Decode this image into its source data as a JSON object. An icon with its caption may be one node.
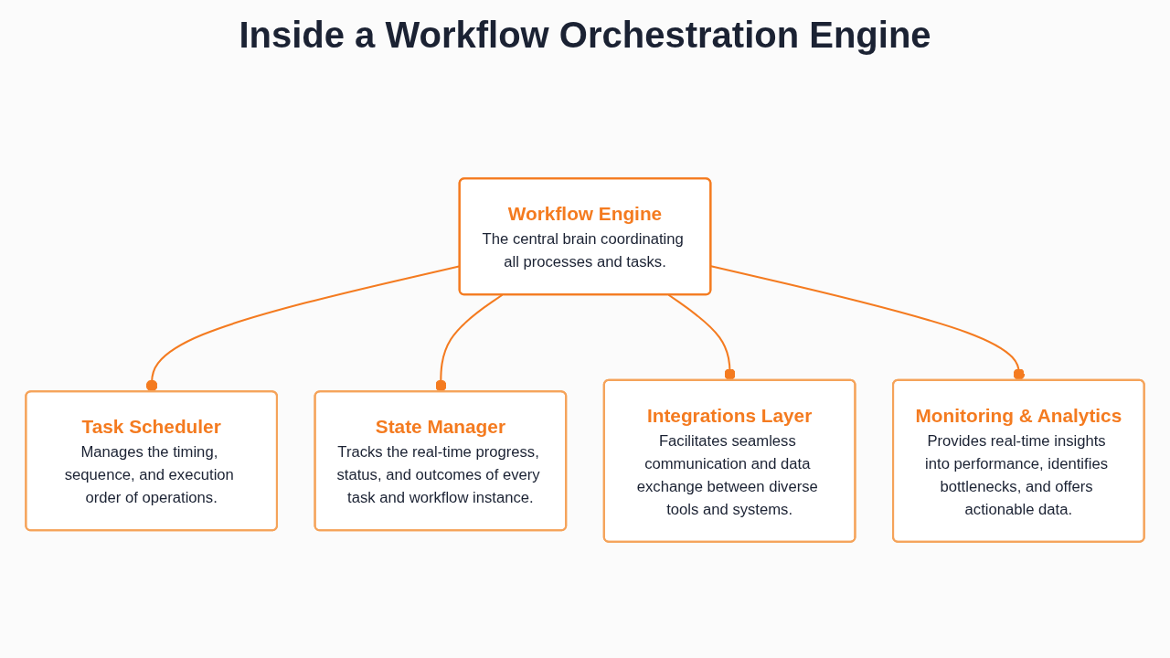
{
  "diagram": {
    "title": "Inside a Workflow Orchestration Engine",
    "nodes": [
      {
        "text": [
          "Workflow Engine",
          "The central brain coordinating all processes and tasks."
        ]
      },
      {
        "text": [
          "Task Scheduler",
          "Manages the timing, sequence, and execution order of operations."
        ]
      },
      {
        "text": [
          "State Manager",
          "Tracks the real-time progress, status, and outcomes of every task and workflow instance."
        ]
      },
      {
        "text": [
          "Integrations Layer",
          "Facilitates seamless communication and data exchange between diverse tools and systems."
        ]
      },
      {
        "text": [
          "Monitoring & Analytics",
          "Provides real-time insights into performance, identifies bottlenecks, and offers actionable data."
        ]
      }
    ],
    "edges": [
      {
        "from": 0,
        "to": 1,
        "arrow": "other"
      },
      {
        "from": 0,
        "to": 2,
        "arrow": "other"
      },
      {
        "from": 0,
        "to": 3,
        "arrow": "other"
      },
      {
        "from": 0,
        "to": 4,
        "arrow": "other"
      }
    ]
  }
}
